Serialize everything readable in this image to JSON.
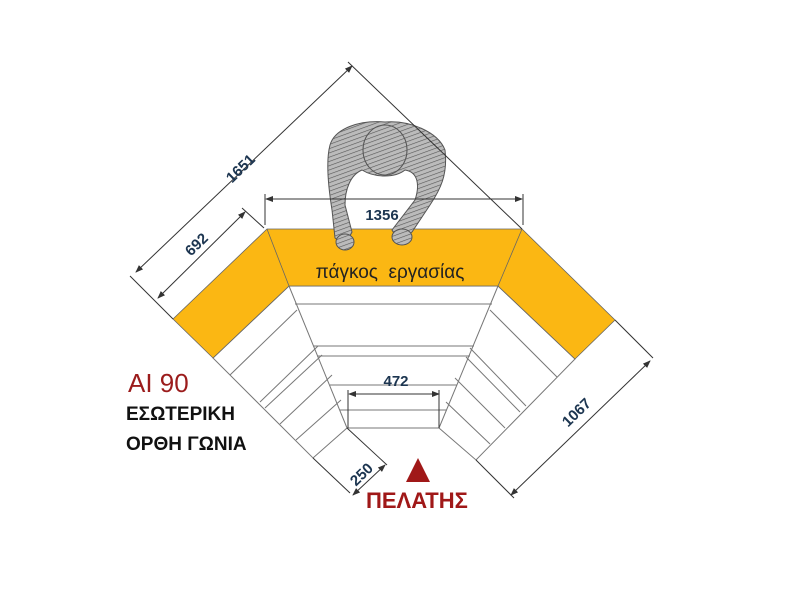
{
  "title": {
    "model": "AI 90",
    "line1": "ΕΣΩΤΕΡΙΚΗ",
    "line2": "ΟΡΘΗ ΓΩΝΙΑ"
  },
  "counter_label": "πάγκος  εργασίας",
  "customer_label": "ΠΕΛΑΤΗΣ",
  "dimensions": {
    "diagonal_total": "1651",
    "side_depth": "692",
    "top_width": "1356",
    "inner_width": "472",
    "side_length": "1067",
    "front_depth": "250"
  },
  "colors": {
    "counter": "#fbb713",
    "accent_red": "#a01818",
    "dim_text": "#1c3550"
  }
}
